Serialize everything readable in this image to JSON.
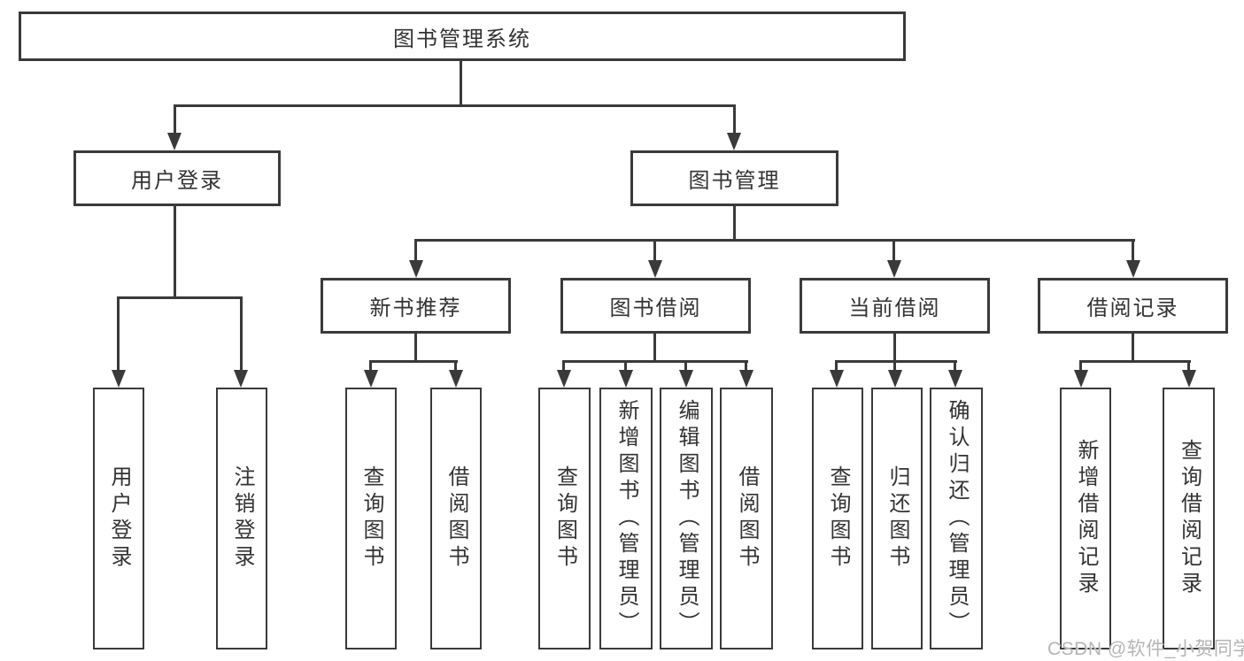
{
  "colors": {
    "line": "#3a3a3a",
    "box_border": "#3a3a3a",
    "text": "#333333",
    "watermark": "#b5b5b5",
    "background": "#ffffff"
  },
  "watermark": {
    "text": "CSDN @软件_小贺同学"
  },
  "tree": {
    "root": {
      "label": "图书管理系统",
      "children": [
        {
          "label": "用户登录",
          "children": [
            {
              "label": "用户登录"
            },
            {
              "label": "注销登录"
            }
          ]
        },
        {
          "label": "图书管理",
          "children": [
            {
              "label": "新书推荐",
              "children": [
                {
                  "label": "查询图书"
                },
                {
                  "label": "借阅图书"
                }
              ]
            },
            {
              "label": "图书借阅",
              "children": [
                {
                  "label": "查询图书"
                },
                {
                  "label": "新增图书（管理员）"
                },
                {
                  "label": "编辑图书（管理员）"
                },
                {
                  "label": "借阅图书"
                }
              ]
            },
            {
              "label": "当前借阅",
              "children": [
                {
                  "label": "查询图书"
                },
                {
                  "label": "归还图书"
                },
                {
                  "label": "确认归还（管理员）"
                }
              ]
            },
            {
              "label": "借阅记录",
              "children": [
                {
                  "label": "新增借阅记录"
                },
                {
                  "label": "查询借阅记录"
                }
              ]
            }
          ]
        }
      ]
    }
  }
}
